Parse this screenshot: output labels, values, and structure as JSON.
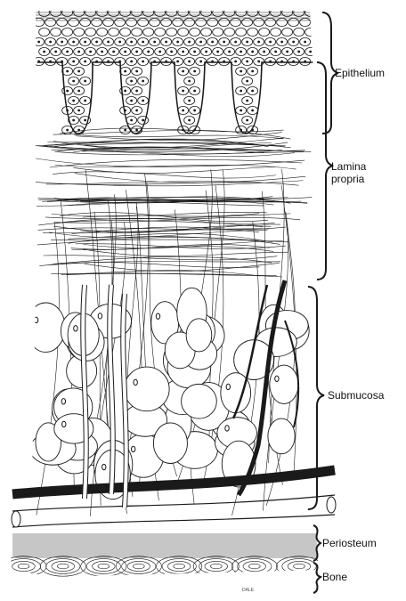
{
  "labels": {
    "epithelium": "Epithelium",
    "lamina_line1": "Lamina",
    "lamina_line2": "propria",
    "submucosa": "Submucosa",
    "periosteum": "Periosteum",
    "bone": "Bone"
  },
  "signature": "DALE",
  "colors": {
    "ink": "#1a1a1a",
    "paper": "#ffffff"
  }
}
